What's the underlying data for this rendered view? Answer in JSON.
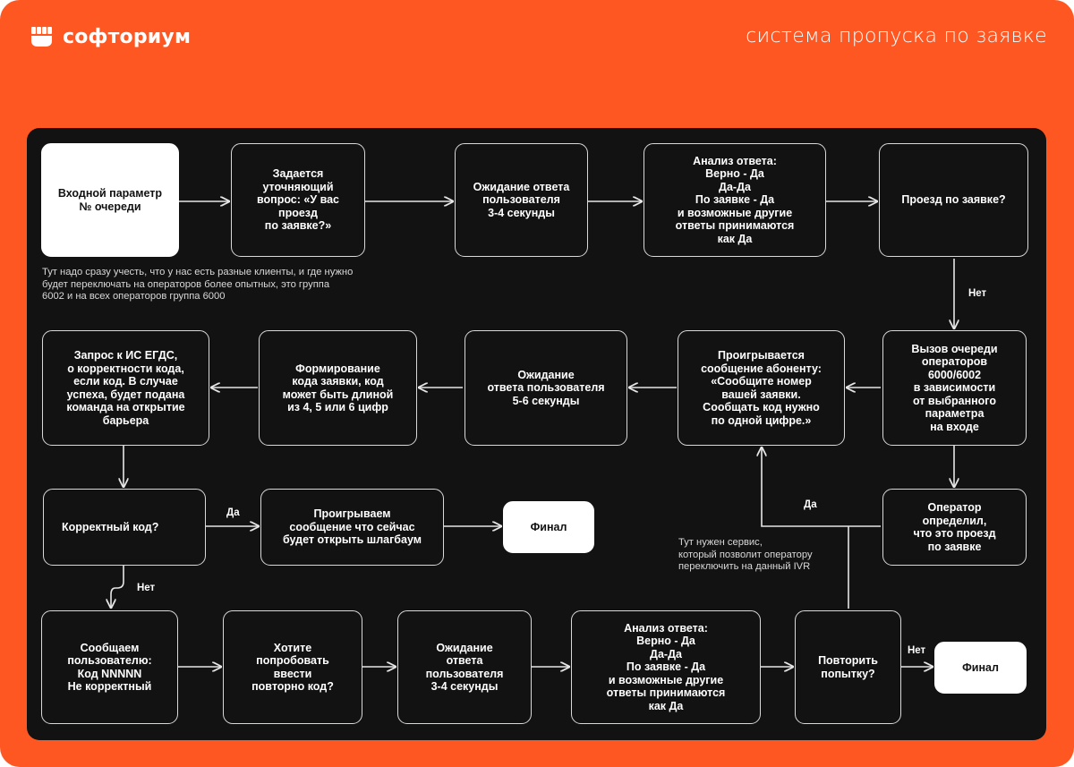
{
  "header": {
    "brand": "софториум",
    "title": "система пропуска по заявке"
  },
  "nodes": {
    "n1": "Входной параметр\n№ очереди",
    "n2": "Задается уточняющий\nвопрос: «У вас проезд\nпо заявке?»",
    "n3": "Ожидание ответа\nпользователя\n3-4 секунды",
    "n4": "Анализ ответа:\nВерно - Да\nДа-Да\nПо заявке - Да\nи возможные другие\nответы принимаются\nкак Да",
    "n5": "Проезд по заявке?",
    "n6": "Вызов очереди\nоператоров\n6000/6002\nв зависимости\nот выбранного\nпараметра\nна входе",
    "n7": "Проигрывается\nсообщение абоненту:\n«Сообщите номер\nвашей заявки.\nСообщать код нужно\nпо одной цифре.»",
    "n8": "Ожидание\nответа пользователя\n5-6 секунды",
    "n9": "Формирование\nкода заявки, код\nможет быть длиной\nиз 4, 5 или 6 цифр",
    "n10": "Запрос к ИС ЕГДС,\nо корректности кода,\nесли код. В случае\nуспеха, будет подана\nкоманда на открытие\nбарьера",
    "n11": "Корректный код?",
    "n12": "Проигрываем\nсообщение что сейчас\nбудет открыть шлагбаум",
    "n13": "Финал",
    "n14": "Оператор\nопределил,\nчто это проезд\nпо заявке",
    "n15": "Сообщаем\nпользователю:\nКод NNNNN\nНе корректный",
    "n16": "Хотите\nпопробовать\nввести\nповторно код?",
    "n17": "Ожидание\nответа\nпользователя\n3-4 секунды",
    "n18": "Анализ ответа:\nВерно - Да\nДа-Да\nПо заявке - Да\nи возможные другие\nответы принимаются\nкак Да",
    "n19": "Повторить\nпопытку?",
    "n20": "Финал"
  },
  "notes": {
    "clients": "Тут надо сразу учесть, что у нас есть разные клиенты, и где нужно\nбудет переключать на операторов более опытных, это группа\n6002 и на всех операторов группа 6000",
    "service": "Тут нужен сервис,\nкоторый позволит оператору\nпереключить на данный IVR"
  },
  "edge_labels": {
    "no_proezd": "Нет",
    "yes_code": "Да",
    "no_code": "Нет",
    "yes_operator": "Да",
    "no_retry": "Нет"
  },
  "colors": {
    "accent": "#ff5722",
    "panel": "#121212",
    "box_border": "#d9d9d9",
    "text": "#ffffff"
  }
}
